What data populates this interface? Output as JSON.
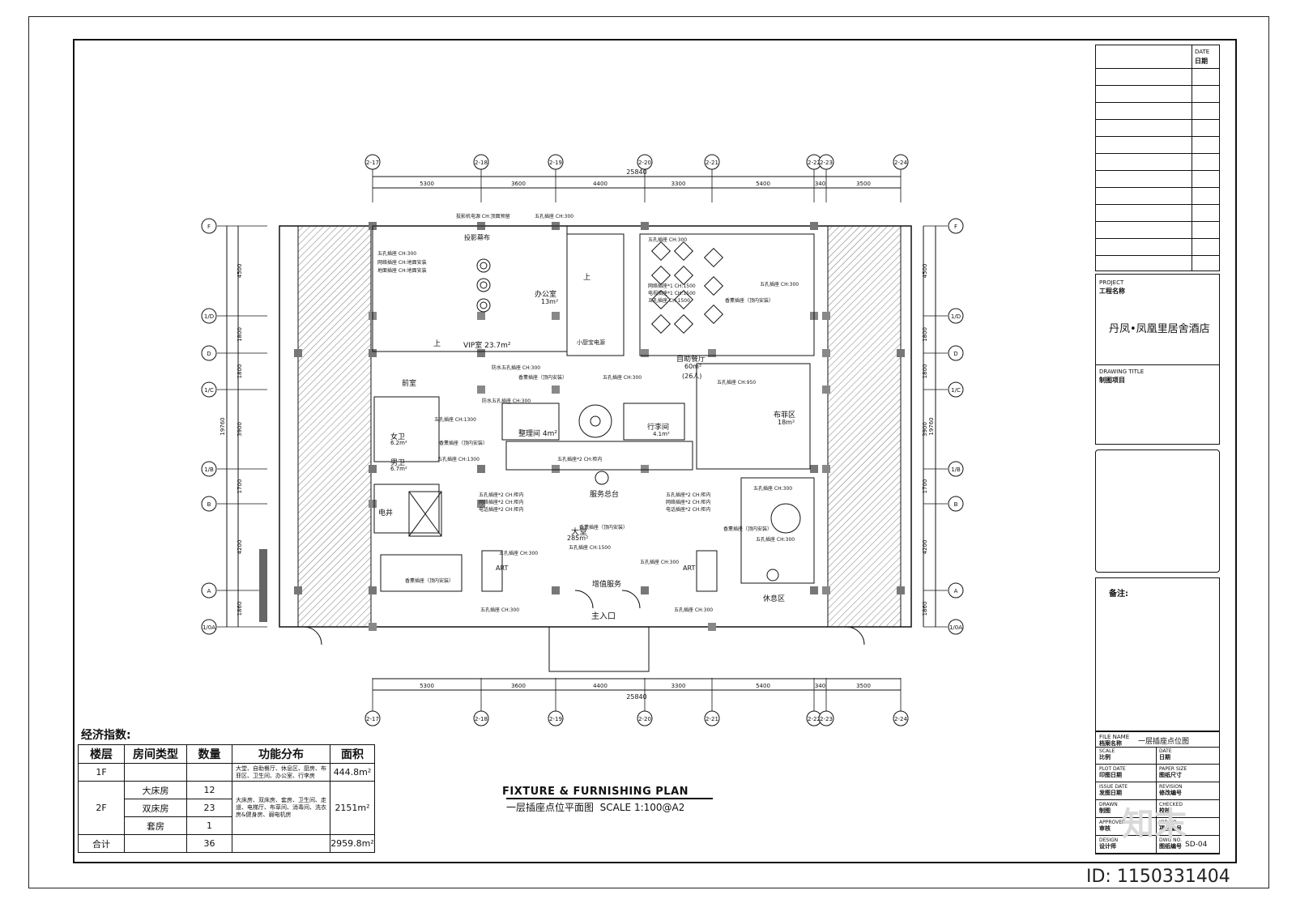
{
  "drawing": {
    "title_en": "FIXTURE & FURNISHING PLAN",
    "title_cn": "一层插座点位平面图",
    "scale": "SCALE  1:100@A2"
  },
  "axes": {
    "columns": [
      "2-17",
      "2-18",
      "2-19",
      "2-20",
      "2-21",
      "2-22",
      "2-23",
      "2-24"
    ],
    "column_spacing": [
      "5300",
      "3600",
      "4400",
      "3300",
      "5400",
      "340",
      "3500"
    ],
    "total_width": "25840",
    "rows": [
      "F",
      "1/D",
      "D",
      "1/C",
      "1/B",
      "B",
      "A",
      "1/0A"
    ],
    "row_spacing": [
      "4500",
      "1800",
      "1800",
      "3900",
      "1700",
      "4200",
      "1860"
    ],
    "total_height": "19760"
  },
  "rooms": {
    "vip": "VIP室 23.7m²",
    "projection": "投影幕布",
    "office": "办公室",
    "office_area": "13m²",
    "dining": "自助餐厅",
    "dining_area": "60m²",
    "dining_people": "(26人)",
    "buffet": "布菲区",
    "buffet_area": "18m²",
    "front": "前室",
    "female_wc": "女卫",
    "female_wc_area": "6.2m²",
    "male_wc": "男卫",
    "male_wc_area": "6.7m²",
    "tidy": "整理间 4m²",
    "luggage": "行李间",
    "luggage_area": "4.1m²",
    "service_desk": "服务总台",
    "lobby": "大堂",
    "lobby_area": "285m²",
    "value_service": "增值服务",
    "entrance": "主入口",
    "lounge": "休息区",
    "shaft": "电井",
    "up1": "上",
    "up2": "上",
    "art1": "ART",
    "art2": "ART",
    "stair_label": "小厨宝电源"
  },
  "sockets": [
    "五孔插座  CH:300",
    "五孔插座  CH:1300",
    "五孔插座  CH:950",
    "五孔插座  CH:1500",
    "五孔插座*2  CH:柜内",
    "网络插座*2  CH:柜内",
    "电话插座*2  CH:柜内",
    "香薰插座（顶内安装）",
    "防水五孔插座  CH:300",
    "投影机电源  CH:顶面预留",
    "网络插座  CH:地面安装",
    "地面插座  CH:地面安装",
    "网络插座*1  CH:1500",
    "电视插座*1  CH:1500"
  ],
  "economic": {
    "label": "经济指数:",
    "headers": [
      "楼层",
      "房间类型",
      "数量",
      "功能分布",
      "面积"
    ],
    "rows": [
      {
        "floor": "1F",
        "type": "",
        "qty": "",
        "func": "大堂、自助餐厅、休息区、厨房、布菲区、卫生间、办公室、行李房",
        "area": "444.8m²"
      },
      {
        "floor": "2F",
        "type": "大床房",
        "qty": "12",
        "func": "大床房、双床房、套房、卫生间、走道、电梯厅、布草间、消毒间、洗衣房&健身房、弱电机房",
        "area": "2151m²"
      },
      {
        "floor": "",
        "type": "双床房",
        "qty": "23",
        "func": "",
        "area": ""
      },
      {
        "floor": "",
        "type": "套房",
        "qty": "1",
        "func": "",
        "area": ""
      },
      {
        "floor": "合计",
        "type": "",
        "qty": "36",
        "func": "",
        "area": "2959.8m²"
      }
    ]
  },
  "title_block": {
    "date_en": "DATE",
    "date_cn": "日期",
    "project_en": "PROJECT",
    "project_cn": "工程名称",
    "project_name": "丹凤•凤凰里居舍酒店",
    "drawing_title_en": "DRAWING TITLE",
    "drawing_title_cn": "制图项目",
    "remarks": "备注:",
    "file_name_en": "FILE NAME",
    "file_name_cn": "档案名称",
    "file_name_value": "一层插座点位图",
    "scale_en": "SCALE",
    "scale_cn": "比例",
    "date2_en": "DATE",
    "date2_cn": "日期",
    "plot_en": "PLOT DATE",
    "plot_cn": "印图日期",
    "paper_en": "PAPER SIZE",
    "paper_cn": "图纸尺寸",
    "issue_en": "ISSUE DATE",
    "issue_cn": "发图日期",
    "rev_en": "REVISION",
    "rev_cn": "修改编号",
    "drawn_en": "DRAWN",
    "drawn_cn": "制图",
    "checked_en": "CHECKED",
    "checked_cn": "校核",
    "approved_en": "APPROVED",
    "approved_cn": "审核",
    "job_en": "JOB NO.",
    "job_cn": "项目编号",
    "design_en": "DESIGN",
    "design_cn": "设计师",
    "dwg_en": "DWG NO.",
    "dwg_cn": "图纸编号",
    "dwg_value": "SD-04"
  },
  "watermark": {
    "id": "ID: 1150331404",
    "logo": "知末"
  }
}
